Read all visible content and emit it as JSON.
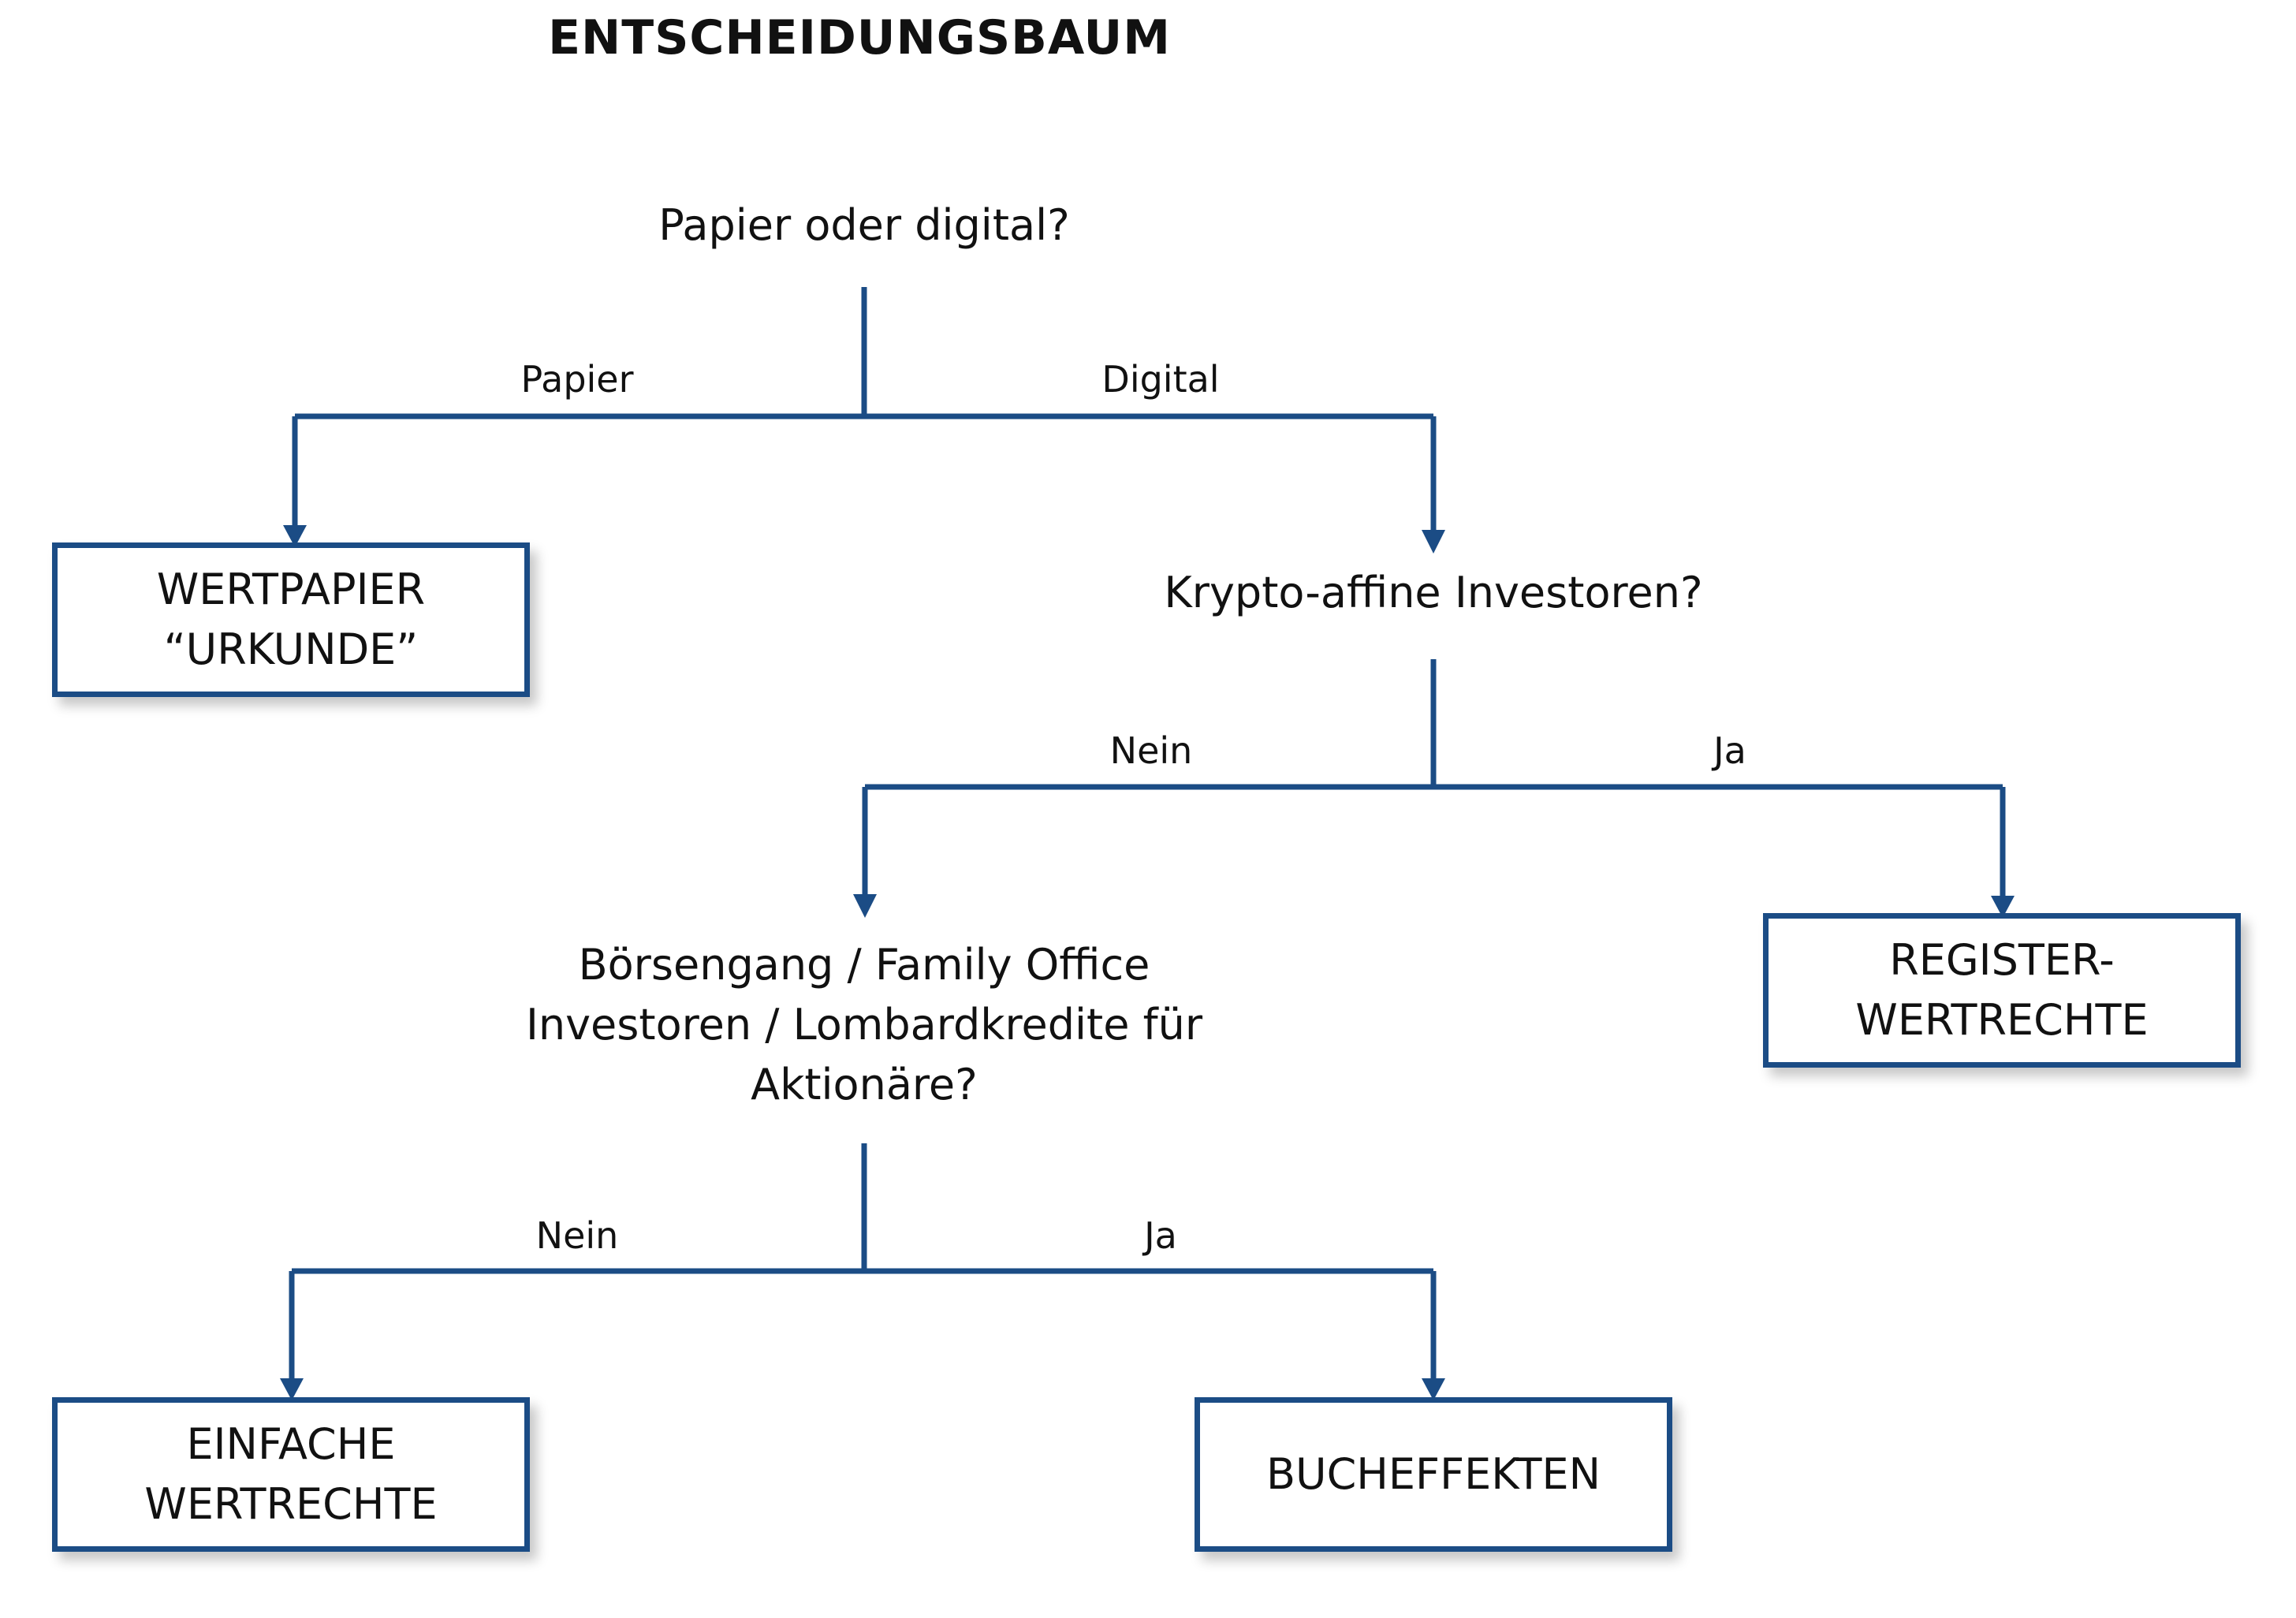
{
  "title": "ENTSCHEIDUNGSBAUM",
  "colors": {
    "line": "#1b4c85",
    "text": "#111111",
    "box_border": "#1b4c85"
  },
  "questions": {
    "q1": "Papier oder digital?",
    "q2": "Krypto-affine Investoren?",
    "q3": [
      "Börsengang / Family Office",
      "Investoren / Lombardkredite für",
      "Aktionäre?"
    ]
  },
  "branches": {
    "q1_left": "Papier",
    "q1_right": "Digital",
    "q2_left": "Nein",
    "q2_right": "Ja",
    "q3_left": "Nein",
    "q3_right": "Ja"
  },
  "outcomes": {
    "wertpapier": [
      "WERTPAPIER",
      "“URKUNDE”"
    ],
    "register": [
      "REGISTER-",
      "WERTRECHTE"
    ],
    "einfache": [
      "EINFACHE",
      "WERTRECHTE"
    ],
    "bucheffekten": [
      "BUCHEFFEKTEN"
    ]
  }
}
